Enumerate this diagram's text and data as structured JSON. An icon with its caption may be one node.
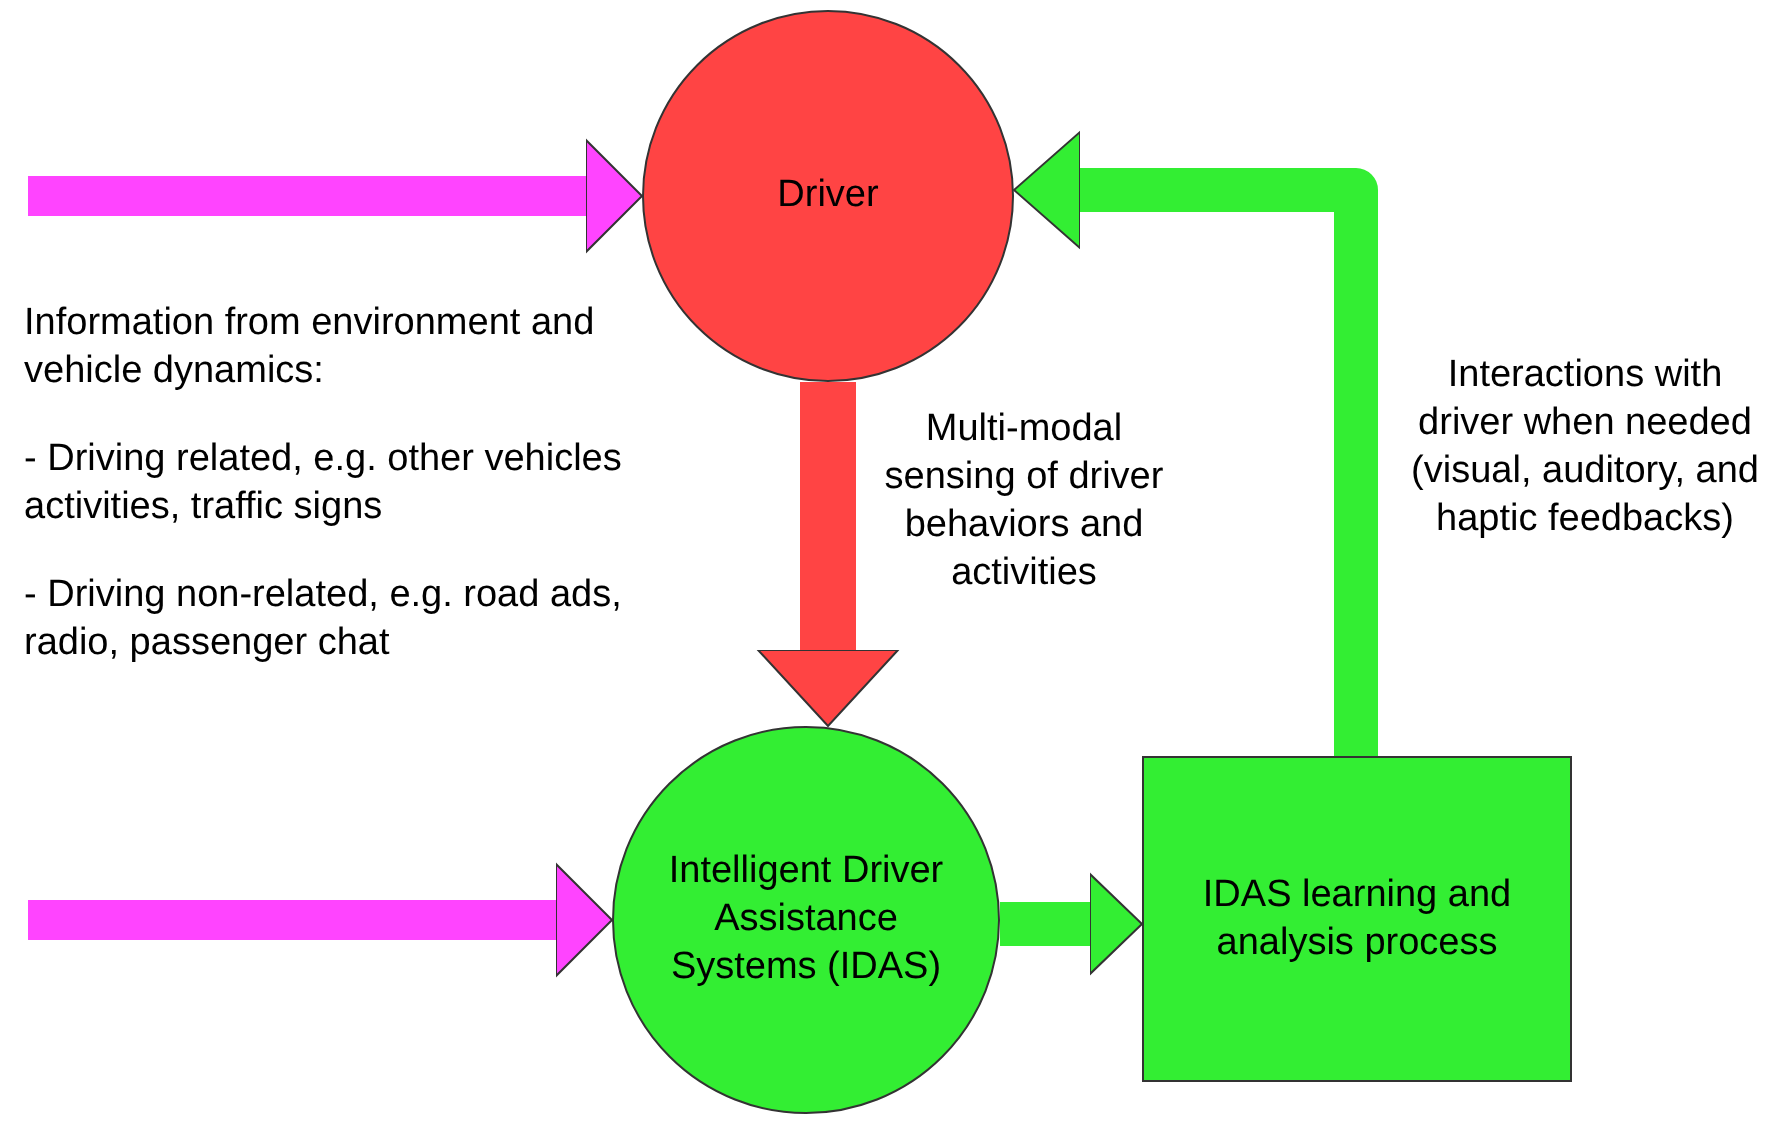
{
  "diagram": {
    "nodes": [
      {
        "text": [
          "Driver"
        ]
      },
      {
        "text": [
          "Intelligent Driver Assistance Systems (IDAS)"
        ]
      },
      {
        "text": [
          "IDAS learning and analysis process"
        ]
      }
    ],
    "edges": [
      {
        "from": null,
        "to": 0,
        "arrow": "to",
        "color": "#ff44ff"
      },
      {
        "from": null,
        "to": 1,
        "arrow": "to",
        "color": "#ff44ff"
      },
      {
        "from": 0,
        "to": 1,
        "arrow": "to",
        "color": "#ff4444",
        "label": "Multi-modal sensing of driver behaviors and activities"
      },
      {
        "from": 1,
        "to": 2,
        "arrow": "to",
        "color": "#33ee33"
      },
      {
        "from": 2,
        "to": 0,
        "arrow": "to",
        "color": "#33ee33",
        "label": "Interactions with driver when needed (visual, auditory, and haptic feedbacks)"
      }
    ],
    "labels": [
      "Information from environment and vehicle dynamics:",
      "- Driving related, e.g. other vehicles activities, traffic signs",
      "- Driving non-related, e.g. road ads, radio, passenger chat"
    ]
  }
}
